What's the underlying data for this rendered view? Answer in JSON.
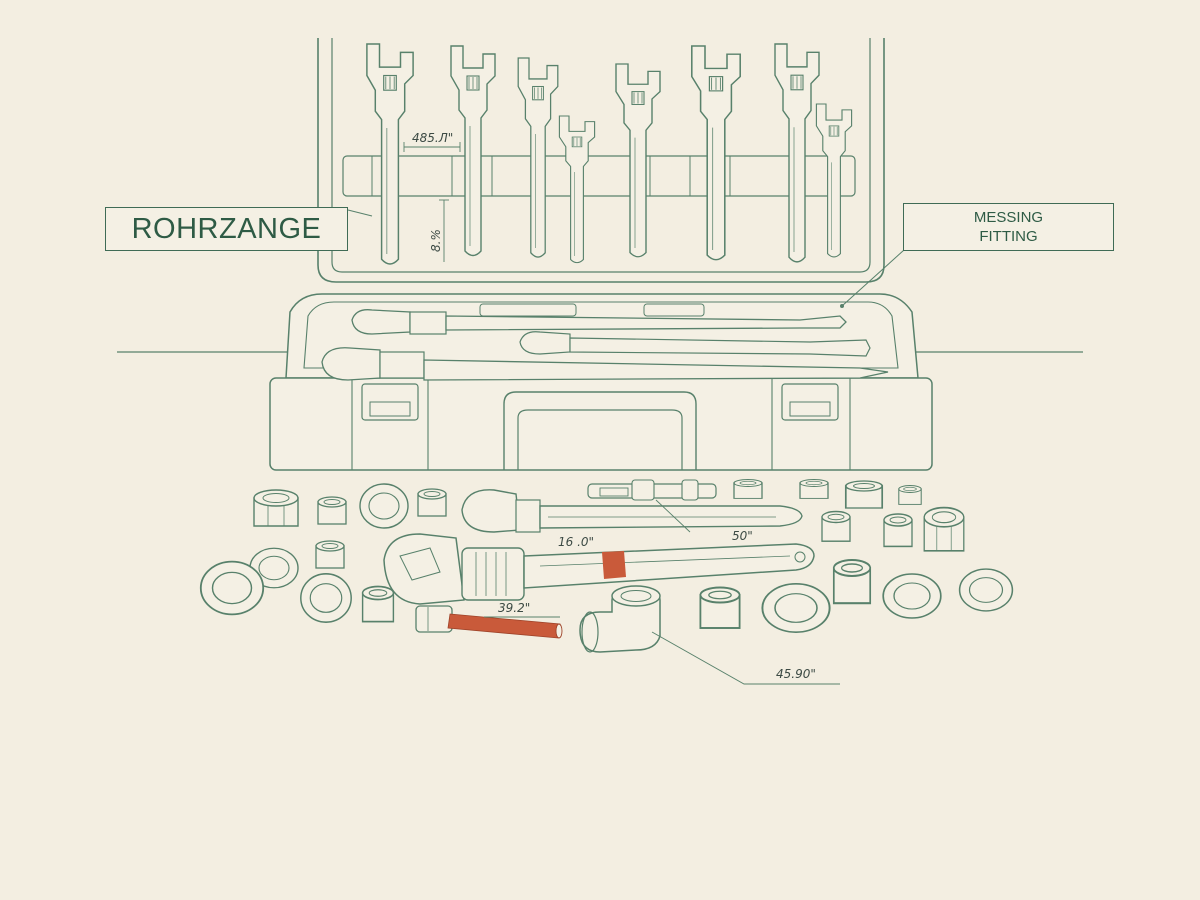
{
  "labels": {
    "pipe_wrench": "ROHRZANGE",
    "brass_fitting_line1": "MESSING",
    "brass_fitting_line2": "FITTING"
  },
  "dimensions": {
    "upper_width": "485.Л\"",
    "upper_height": "8.%",
    "middle_left": "16 .0\"",
    "middle_right": "50\"",
    "pipe_length": "39.2\"",
    "elbow_angle": "45.90\""
  },
  "colors": {
    "line": "#58816b",
    "label_text": "#2e5b45",
    "accent": "#c95a3a",
    "background": "#f3eee1"
  }
}
